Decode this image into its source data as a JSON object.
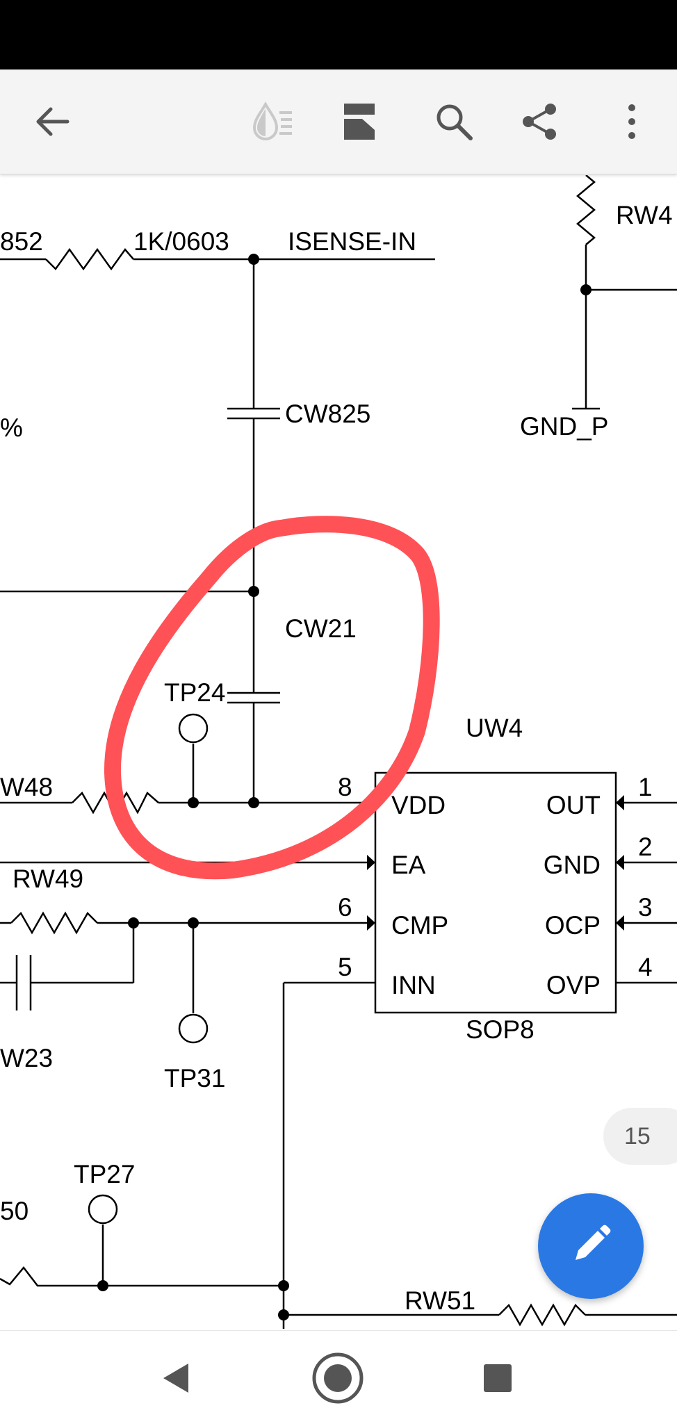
{
  "toolbar": {
    "icons": [
      "back-arrow-icon",
      "reading-mode-icon",
      "page-layout-icon",
      "search-icon",
      "share-icon",
      "more-vert-icon"
    ]
  },
  "schematic": {
    "labels": {
      "r852": "852",
      "r852_value": "1K/0603",
      "net_isense": "ISENSE-IN",
      "cw825": "CW825",
      "percent": "%",
      "rw4x": "RW4",
      "gnd_p": "GND_P",
      "cw21": "CW21",
      "tp24": "TP24",
      "uw4": "UW4",
      "rw48": "W48",
      "rw49": "RW49",
      "cw23": "W23",
      "tp31": "TP31",
      "tp27": "TP27",
      "r50": "50",
      "rw51": "RW51",
      "package": "SOP8"
    },
    "ic_pins_left": [
      {
        "num": "8",
        "name": "VDD"
      },
      {
        "num": "",
        "name": "EA"
      },
      {
        "num": "6",
        "name": "CMP"
      },
      {
        "num": "5",
        "name": "INN"
      }
    ],
    "ic_pins_right": [
      {
        "num": "1",
        "name": "OUT"
      },
      {
        "num": "2",
        "name": "GND"
      },
      {
        "num": "3",
        "name": "OCP"
      },
      {
        "num": "4",
        "name": "OVP"
      }
    ],
    "annotation_color": "#ff5257"
  },
  "page_indicator": "15",
  "fab": {
    "icon": "edit-pencil-icon",
    "color": "#2a78e4"
  },
  "navbar": {
    "icons": [
      "back-triangle-icon",
      "home-circle-icon",
      "recents-square-icon"
    ]
  }
}
